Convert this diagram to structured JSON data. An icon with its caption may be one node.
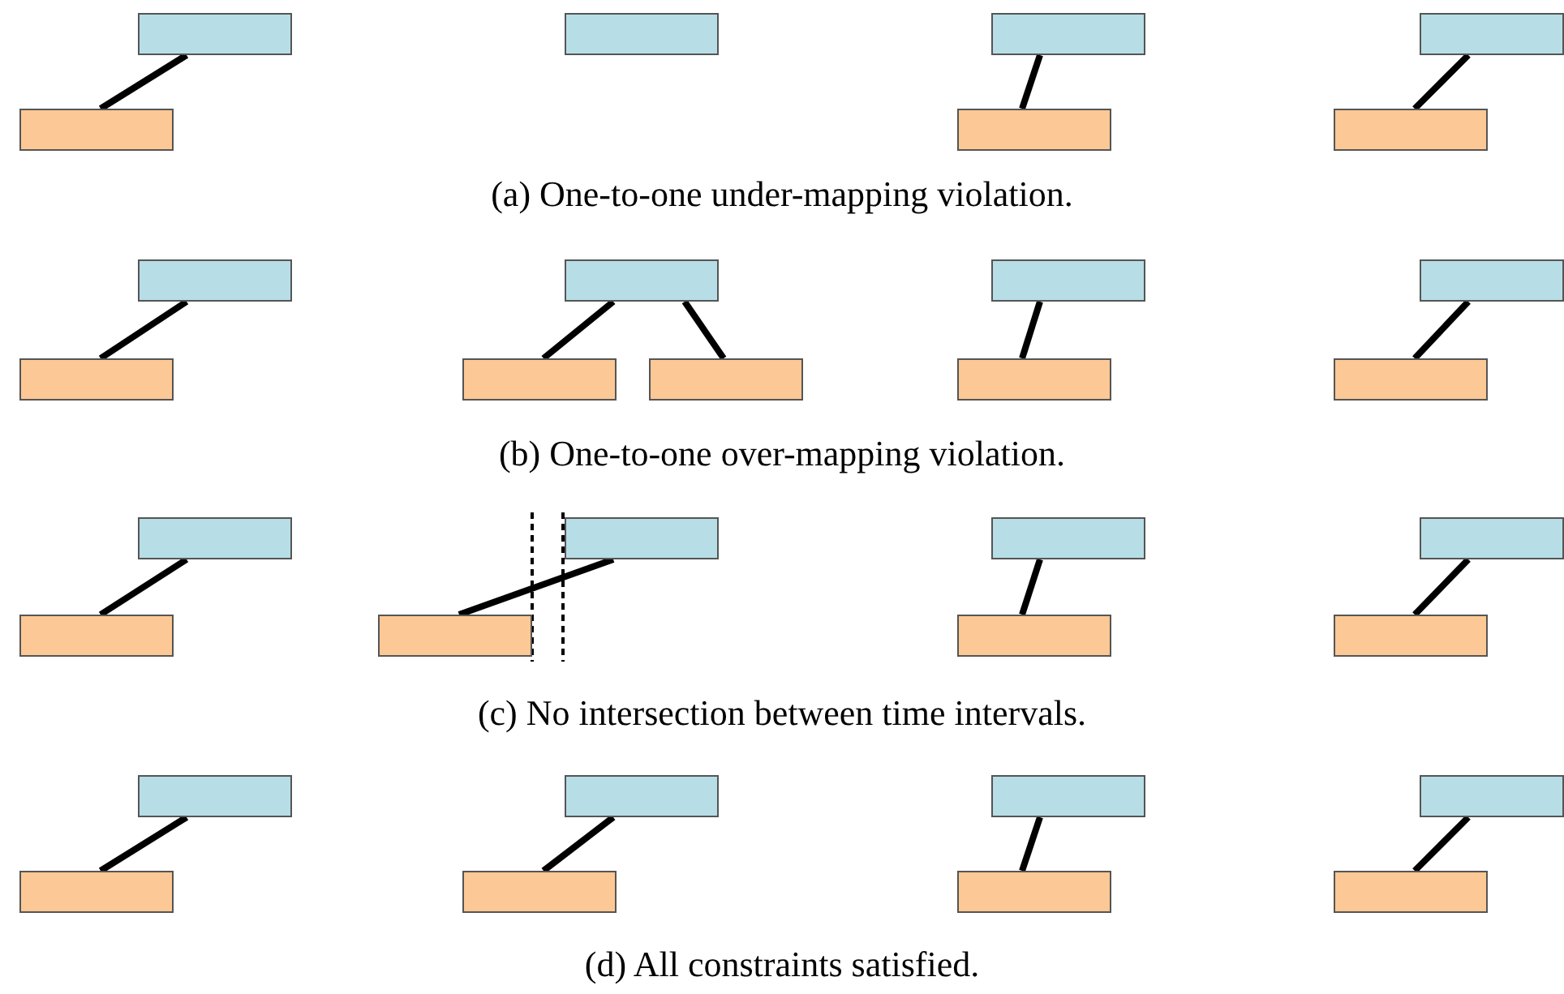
{
  "diagram": {
    "nodes": [
      {
        "text": [],
        "shape": "box"
      },
      {
        "text": [],
        "shape": "box"
      },
      {
        "text": [],
        "shape": "box"
      },
      {
        "text": [],
        "shape": "box"
      },
      {
        "text": [],
        "shape": "box"
      },
      {
        "text": [],
        "shape": "box"
      },
      {
        "text": [],
        "shape": "box"
      },
      {
        "text": [],
        "shape": "box"
      },
      {
        "text": [],
        "shape": "box"
      },
      {
        "text": [],
        "shape": "box"
      },
      {
        "text": [],
        "shape": "box"
      },
      {
        "text": [],
        "shape": "box"
      },
      {
        "text": [],
        "shape": "box"
      },
      {
        "text": [],
        "shape": "box"
      },
      {
        "text": [],
        "shape": "box"
      },
      {
        "text": [],
        "shape": "box"
      },
      {
        "text": [],
        "shape": "box"
      },
      {
        "text": [],
        "shape": "box"
      },
      {
        "text": [],
        "shape": "box"
      },
      {
        "text": [],
        "shape": "box"
      },
      {
        "text": [],
        "shape": "box"
      },
      {
        "text": [],
        "shape": "box"
      },
      {
        "text": [],
        "shape": "box"
      },
      {
        "text": [],
        "shape": "box"
      },
      {
        "text": [],
        "shape": "box"
      },
      {
        "text": [],
        "shape": "box"
      },
      {
        "text": [],
        "shape": "box"
      },
      {
        "text": [],
        "shape": "box"
      },
      {
        "text": [],
        "shape": "box"
      },
      {
        "text": [],
        "shape": "box"
      },
      {
        "text": [],
        "shape": "box"
      },
      {
        "text": [],
        "shape": "box"
      }
    ],
    "edges": [
      {
        "from": 0,
        "to": 4,
        "arrow": "none"
      },
      {
        "from": 2,
        "to": 5,
        "arrow": "none"
      },
      {
        "from": 3,
        "to": 6,
        "arrow": "none"
      },
      {
        "from": 7,
        "to": 11,
        "arrow": "none"
      },
      {
        "from": 8,
        "to": 12,
        "arrow": "none"
      },
      {
        "from": 8,
        "to": 13,
        "arrow": "none"
      },
      {
        "from": 9,
        "to": 14,
        "arrow": "none"
      },
      {
        "from": 10,
        "to": 15,
        "arrow": "none"
      },
      {
        "from": 16,
        "to": 20,
        "arrow": "none"
      },
      {
        "from": 17,
        "to": 21,
        "arrow": "none"
      },
      {
        "from": 18,
        "to": 22,
        "arrow": "none"
      },
      {
        "from": 19,
        "to": 23,
        "arrow": "none"
      },
      {
        "from": 24,
        "to": 28,
        "arrow": "none"
      },
      {
        "from": 25,
        "to": 29,
        "arrow": "none"
      },
      {
        "from": 26,
        "to": 30,
        "arrow": "none"
      },
      {
        "from": 27,
        "to": 31,
        "arrow": "none"
      }
    ],
    "labels": [
      "(a) One-to-one under-mapping violation.",
      "(b) One-to-one over-mapping violation.",
      "(c) No intersection between time intervals.",
      "(d) All constraints satisfied."
    ]
  }
}
